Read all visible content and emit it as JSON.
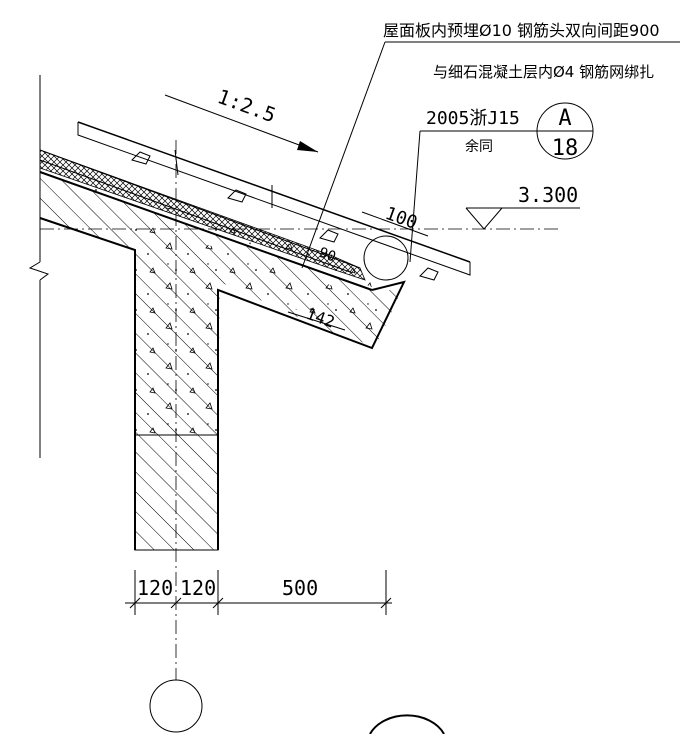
{
  "annotations": {
    "rebar_line1": "屋面板内预埋Ø10 钢筋头双向间距900",
    "rebar_line2": "与细石混凝土层内Ø4 钢筋网绑扎",
    "slope": "1:2.5",
    "ref_std": "2005浙J15",
    "ref_note": "余同",
    "ref_detail": "A",
    "ref_sheet": "18",
    "elevation": "3.300",
    "overhang_dim": "100",
    "tile_dim": "90",
    "eave_dim": "142"
  },
  "dimensions": {
    "wall_left": "120",
    "wall_right": "120",
    "overhang": "500"
  },
  "colors": {
    "line": "#000000",
    "background": "#ffffff"
  }
}
